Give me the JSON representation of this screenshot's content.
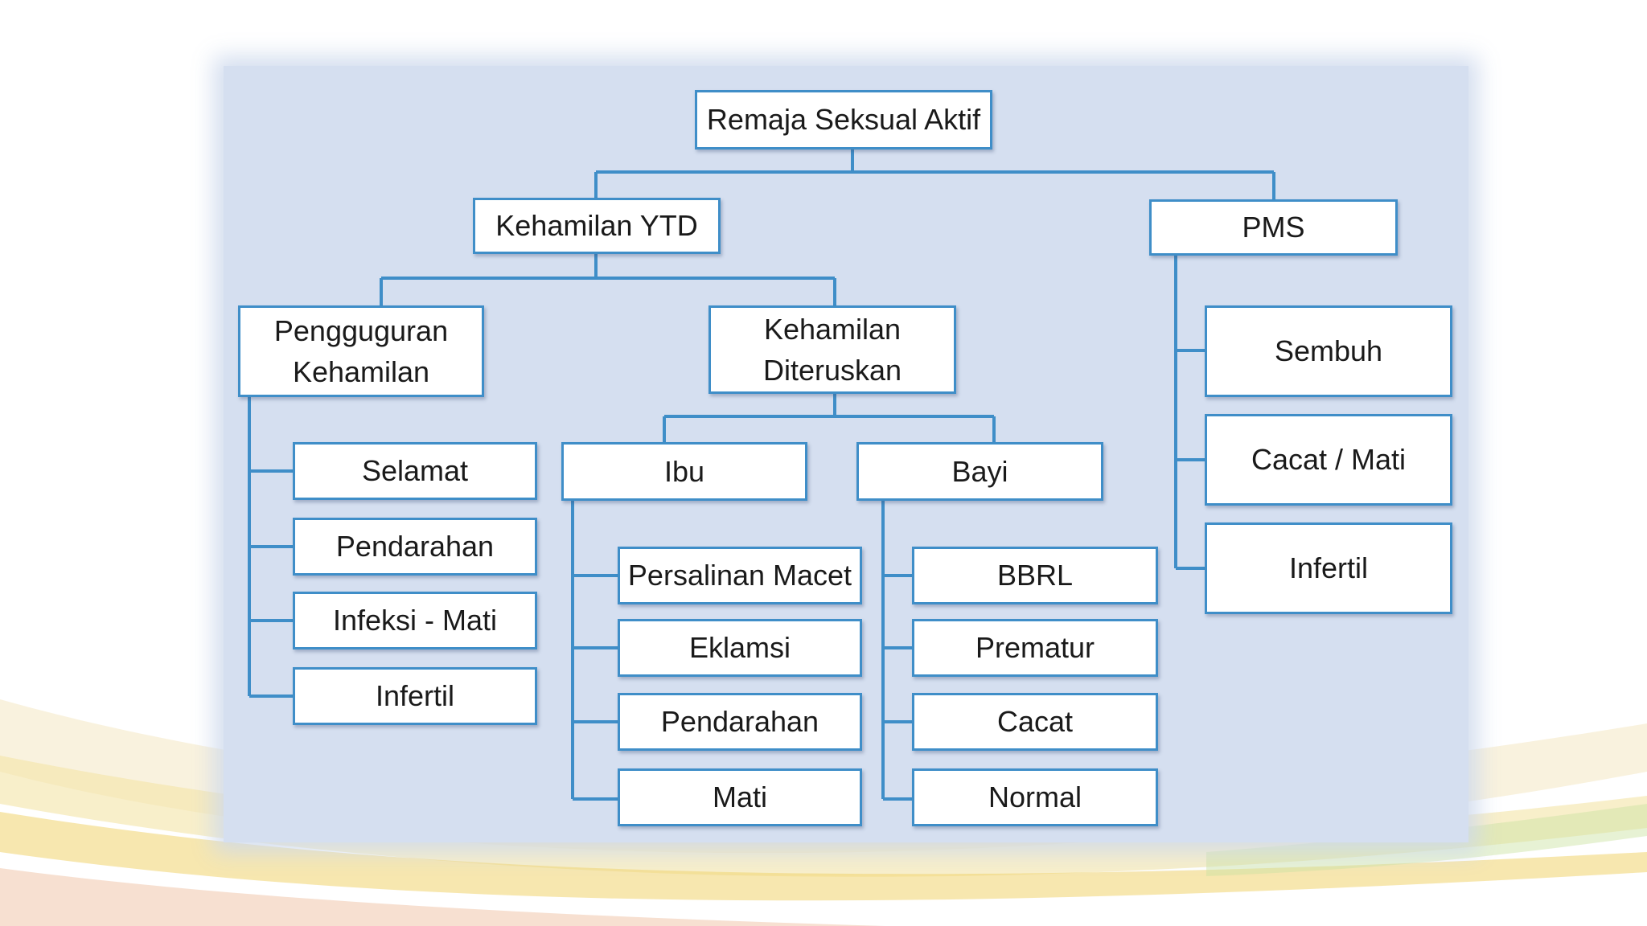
{
  "diagram": {
    "colors": {
      "panel": "#d5dff0",
      "node_border": "#3f8ec8",
      "connector": "#3f8ec8",
      "node_fill": "#ffffff",
      "text": "#1a1a1a"
    },
    "nodes": {
      "root": "Remaja Seksual Aktif",
      "kehamilan_ytd": "Kehamilan YTD",
      "pms": "PMS",
      "pengguguran": "Pengguguran\nKehamilan",
      "kehamilan_diteruskan": "Kehamilan\nDiteruskan",
      "ibu": "Ibu",
      "bayi": "Bayi",
      "pengguguran_selamat": "Selamat",
      "pengguguran_pendarahan": "Pendarahan",
      "pengguguran_infeksi_mati": "Infeksi - Mati",
      "pengguguran_infertil": "Infertil",
      "ibu_persalinan_macet": "Persalinan Macet",
      "ibu_eklamsi": "Eklamsi",
      "ibu_pendarahan": "Pendarahan",
      "ibu_mati": "Mati",
      "bayi_bbrl": "BBRL",
      "bayi_prematur": "Prematur",
      "bayi_cacat": "Cacat",
      "bayi_normal": "Normal",
      "pms_sembuh": "Sembuh",
      "pms_cacat_mati": "Cacat / Mati",
      "pms_infertil": "Infertil"
    }
  }
}
